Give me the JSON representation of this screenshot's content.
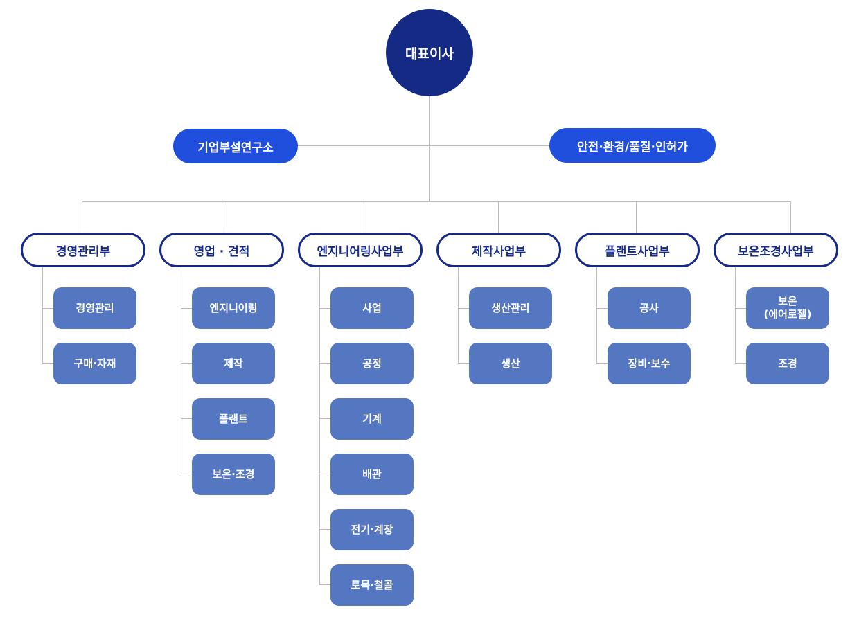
{
  "org": {
    "ceo": "대표이사",
    "staff_left": "기업부설연구소",
    "staff_right": "안전·환경/품질·인허가",
    "departments": [
      {
        "name": "경영관리부",
        "teams": [
          "경영관리",
          "구매·자재"
        ]
      },
      {
        "name": "영업 · 견적",
        "teams": [
          "엔지니어링",
          "제작",
          "플랜트",
          "보온·조경"
        ]
      },
      {
        "name": "엔지니어링사업부",
        "teams": [
          "사업",
          "공정",
          "기계",
          "배관",
          "전기·계장",
          "토목·철골"
        ]
      },
      {
        "name": "제작사업부",
        "teams": [
          "생산관리",
          "생산"
        ]
      },
      {
        "name": "플랜트사업부",
        "teams": [
          "공사",
          "장비·보수"
        ]
      },
      {
        "name": "보온조경사업부",
        "teams": [
          "보온\n(에어로젤)",
          "조경"
        ]
      }
    ]
  },
  "colors": {
    "ceo": "#142a84",
    "staff": "#1f4fdc",
    "department_border": "#142a84",
    "team": "#5577c1",
    "connector": "#bbbbbb"
  }
}
